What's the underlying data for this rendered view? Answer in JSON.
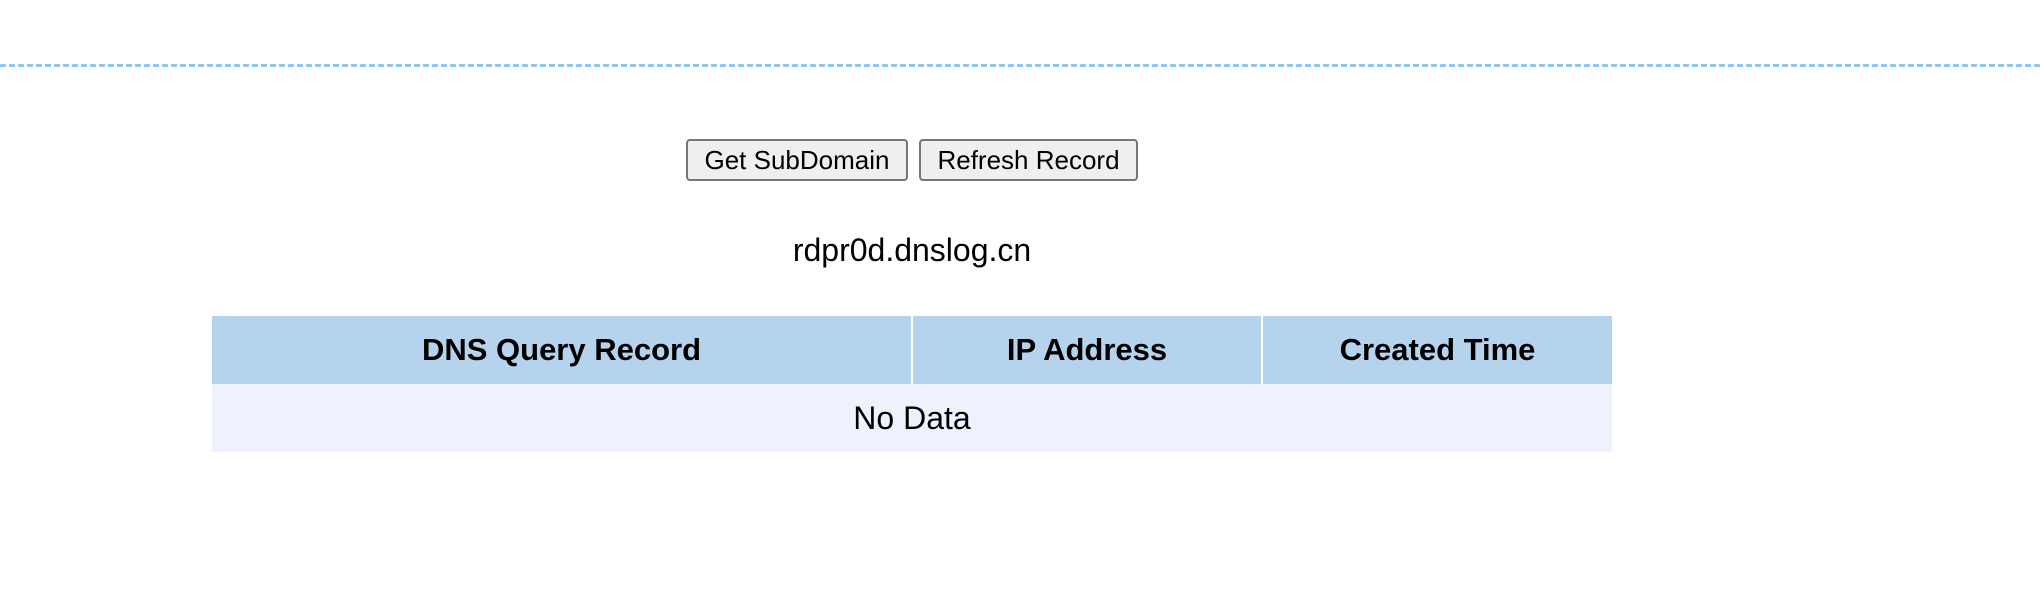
{
  "toolbar": {
    "get_subdomain_label": "Get SubDomain",
    "refresh_record_label": "Refresh Record"
  },
  "subdomain": {
    "value": "rdpr0d.dnslog.cn"
  },
  "table": {
    "columns": [
      "DNS Query Record",
      "IP Address",
      "Created Time"
    ],
    "empty_text": "No Data"
  },
  "colors": {
    "divider": "#8ec8f0",
    "header_bg": "#b5d3ec",
    "row_bg": "#eef2fc"
  }
}
